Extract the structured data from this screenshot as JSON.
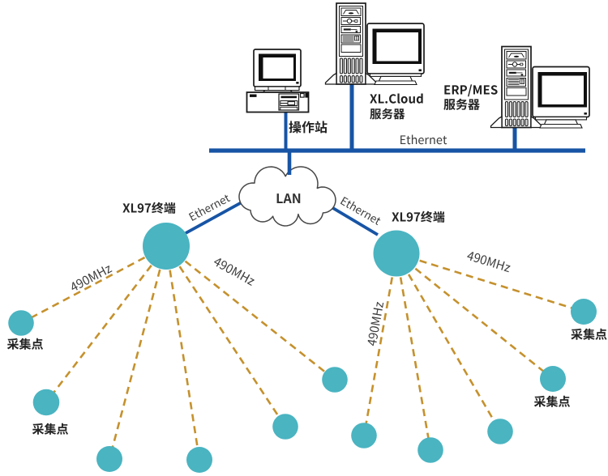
{
  "diagram_type": "plant-radio-network-topology",
  "colors": {
    "ethernet_blue": "#1754a5",
    "node_teal": "#4ab4c1",
    "rf_dash_gold": "#c5912d",
    "icon_outline": "#1a1a1a",
    "cloud_outline": "#474747",
    "label_dark": "#242424",
    "label_gray": "#3e3e3e"
  },
  "nodes": {
    "operator_station": {
      "label": "操作站"
    },
    "xlcloud_server": {
      "name": "XL.Cloud",
      "type": "服务器"
    },
    "erp_server": {
      "name": "ERP/MES",
      "type": "服务器"
    },
    "lan_cloud": {
      "label": "LAN"
    },
    "terminal_left": {
      "label": "XL97终端"
    },
    "terminal_right": {
      "label": "XL97终端"
    }
  },
  "links": {
    "bus_label": "Ethernet",
    "lan_to_left_terminal_label": "Ethernet",
    "lan_to_right_terminal_label": "Ethernet",
    "rf_left_outer_label": "490MHz",
    "rf_left_inner_label": "490MHz",
    "rf_right_inner_label": "490MHz",
    "rf_right_outer_label": "490MHz"
  },
  "collection_points": {
    "left_upper_label": "采集点",
    "left_lower_label": "采集点",
    "right_lower_label": "采集点",
    "right_upper_label": "采集点",
    "left_count": 6,
    "right_count": 5
  }
}
